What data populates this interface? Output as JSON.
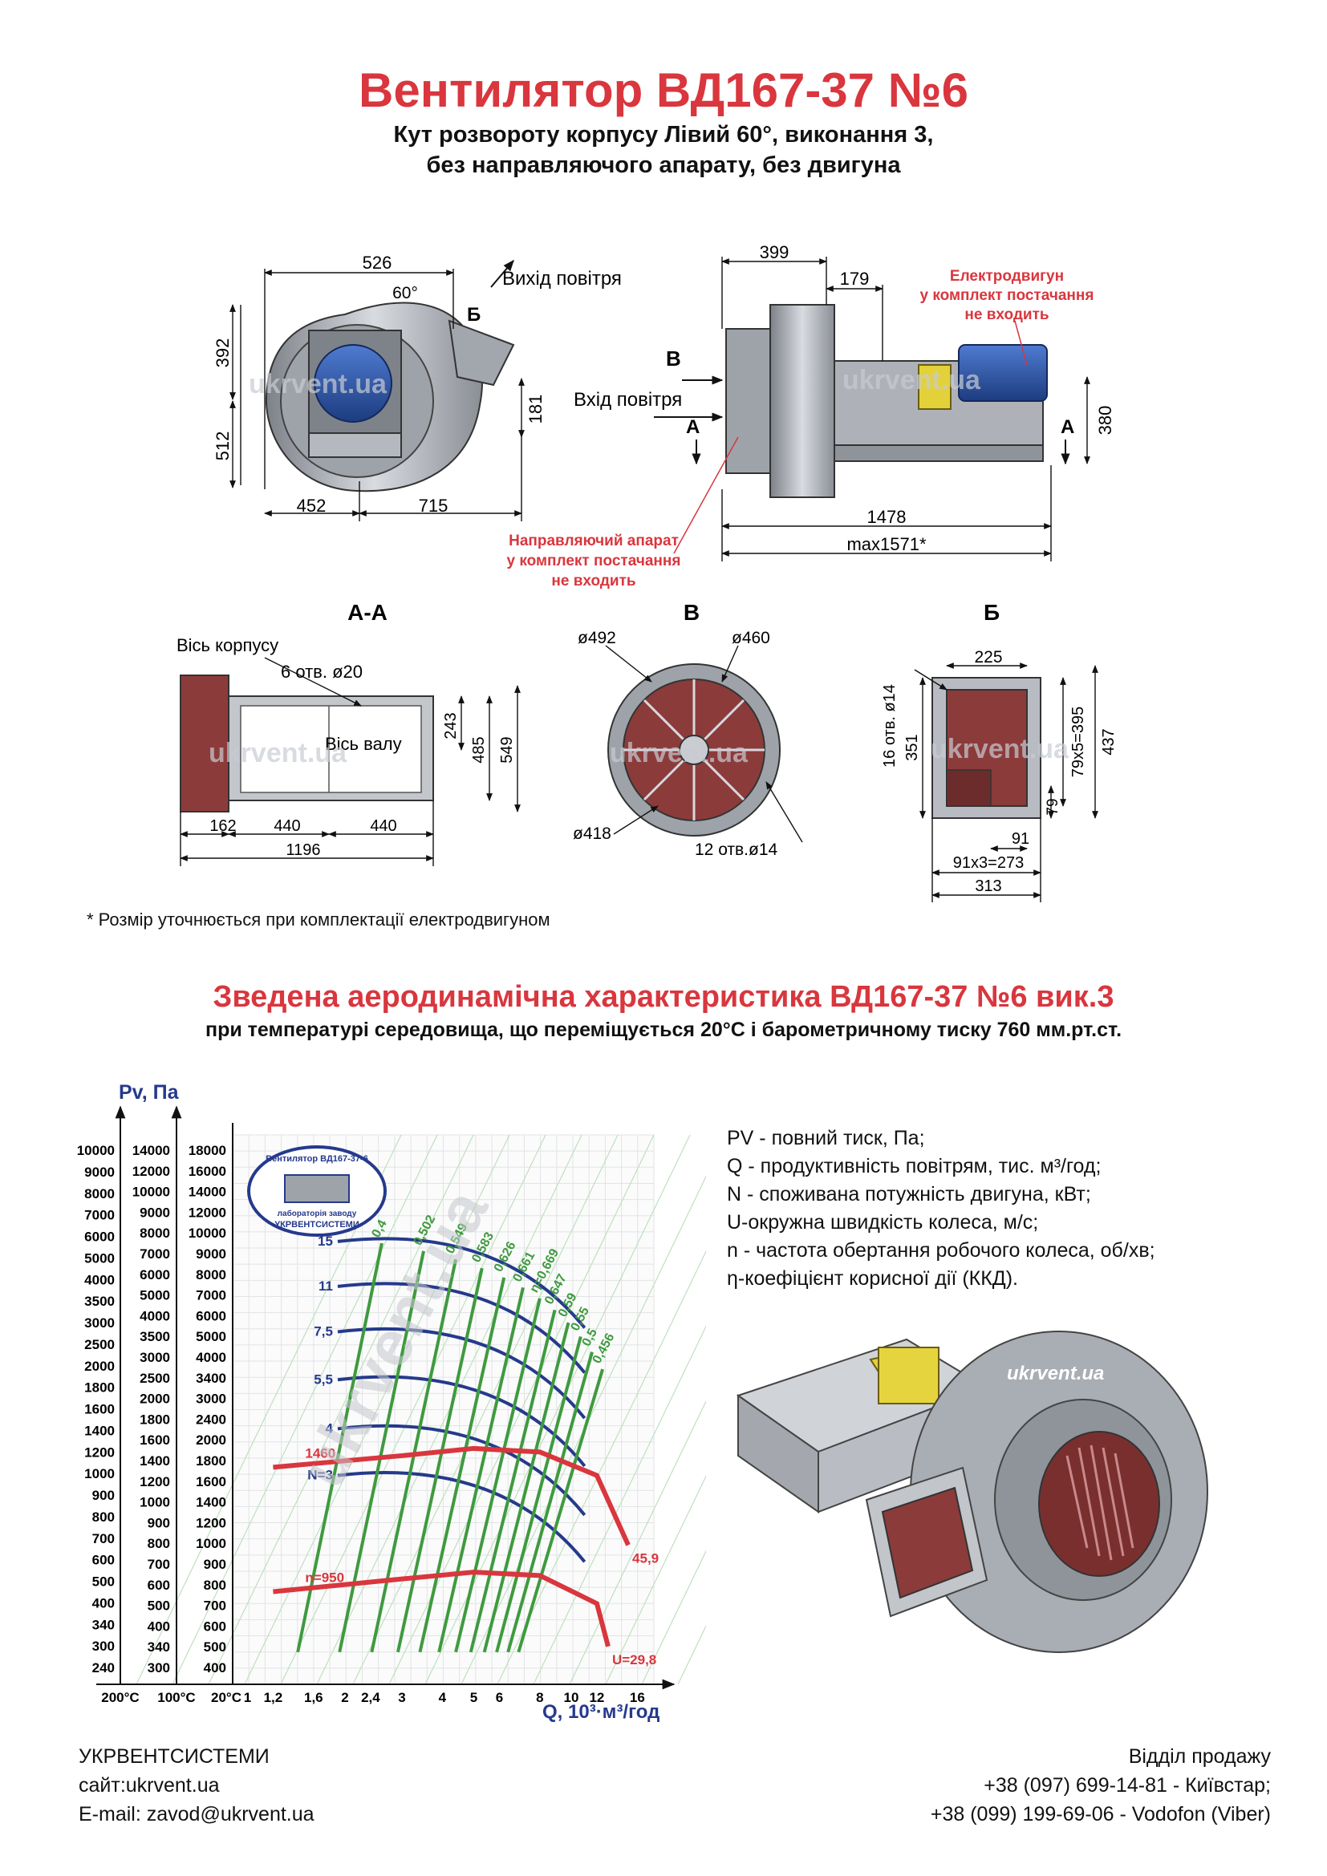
{
  "header": {
    "title": "Вентилятор  ВД167-37 №6",
    "subtitle_line1": "Кут розвороту корпусу Лівий 60°, виконання 3,",
    "subtitle_line2": "без направляючого апарату, без двигуна"
  },
  "drawing_side": {
    "dims": [
      "526",
      "60°",
      "392",
      "512",
      "181",
      "452",
      "715"
    ],
    "outlet_label": "Вихід повітря",
    "section_mark": "Б"
  },
  "drawing_front": {
    "dims": [
      "399",
      "179",
      "1478",
      "max1571*",
      "380"
    ],
    "motor_note": [
      "Електродвигун",
      "у комплект постачання",
      "не входить"
    ],
    "inlet_label": "Вхід повітря",
    "marks": [
      "В",
      "А",
      "А"
    ],
    "guide_note": [
      "Направляючий апарат",
      "у комплект постачання",
      "не входить"
    ]
  },
  "section_aa": {
    "title": "А-А",
    "labels": [
      "Вісь корпусу",
      "6 отв. ø20",
      "Вісь валу"
    ],
    "dims": [
      "243",
      "485",
      "549",
      "162",
      "440",
      "440",
      "1196"
    ]
  },
  "section_v": {
    "title": "В",
    "dims": [
      "ø492",
      "ø460",
      "ø418",
      "12 отв.ø14"
    ]
  },
  "section_b": {
    "title": "Б",
    "dims": [
      "225",
      "16 отв. ø14",
      "351",
      "79x5=395",
      "437",
      "79",
      "91",
      "91x3=273",
      "313"
    ]
  },
  "footnote": "* Розмір уточнюється при комплектації електродвигуном",
  "chart_header": {
    "title": "Зведена аеродинамічна характеристика ВД167-37 №6 вик.3",
    "subtitle": "при температурі середовища, що переміщується 20°С і барометричному тиску 760 мм.рт.ст."
  },
  "chart_data": {
    "type": "line",
    "ylabel": "Pv, Па",
    "xlabel": "Q, 10³·м³/год",
    "x_ticks": [
      "200°C",
      "100°C",
      "20°C",
      "1",
      "1,2",
      "1,6",
      "2",
      "2,4",
      "3",
      "4",
      "5",
      "6",
      "8",
      "10",
      "12",
      "16"
    ],
    "y_ticks_200C": [
      "10000",
      "9000",
      "8000",
      "7000",
      "6000",
      "5000",
      "4000",
      "3500",
      "3000",
      "2500",
      "2000",
      "1800",
      "1600",
      "1400",
      "1200",
      "1000",
      "900",
      "800",
      "700",
      "600",
      "500",
      "400",
      "340",
      "300",
      "240"
    ],
    "y_ticks_100C": [
      "14000",
      "12000",
      "10000",
      "9000",
      "8000",
      "7000",
      "6000",
      "5000",
      "4000",
      "3500",
      "3000",
      "2500",
      "2000",
      "1800",
      "1600",
      "1400",
      "1200",
      "1000",
      "900",
      "800",
      "700",
      "600",
      "500",
      "400",
      "340",
      "300"
    ],
    "y_ticks_20C": [
      "18000",
      "16000",
      "14000",
      "12000",
      "10000",
      "9000",
      "8000",
      "7000",
      "6000",
      "5000",
      "4000",
      "3400",
      "3000",
      "2400",
      "2000",
      "1800",
      "1600",
      "1400",
      "1200",
      "1000",
      "900",
      "800",
      "700",
      "600",
      "500",
      "400"
    ],
    "power_labels": [
      "N=3",
      "4",
      "5,5",
      "7,5",
      "11",
      "15"
    ],
    "efficiency_labels": [
      "0,4",
      "0,502",
      "0,549",
      "0,583",
      "0,626",
      "0,661",
      "η=0,669",
      "0,647",
      "0,59",
      "0,55",
      "0,5",
      "0,456"
    ],
    "speed_labels": [
      "1460",
      "n=950"
    ],
    "tip_speed_labels": [
      "45,9",
      "U=29,8"
    ],
    "series": [
      {
        "name": "1460",
        "Q": [
          1.2,
          3,
          5,
          8,
          12,
          15
        ],
        "Pv": [
          1800,
          1950,
          2050,
          2000,
          1700,
          1050
        ]
      },
      {
        "name": "n=950",
        "Q": [
          1.2,
          3,
          5,
          8,
          12,
          13
        ],
        "Pv": [
          760,
          830,
          870,
          850,
          700,
          520
        ]
      }
    ],
    "logo_text": [
      "Вентилятор ВД167-37-6",
      "лабораторія заводу",
      "УКРВЕНТСИСТЕМИ"
    ],
    "grid": true,
    "log_scale": true
  },
  "legend": [
    "PV - повний тиск, Па;",
    "Q - продуктивність повітрям, тис. м³/год;",
    "N - споживана потужність двигуна, кВт;",
    "U-окружна швидкість колеса, м/с;",
    "n - частота обертання робочого колеса, об/хв;",
    "η-коефіцієнт корисної дії (ККД)."
  ],
  "render_logo": "ukrvent.ua",
  "watermark": "ukrvent.ua",
  "footer": {
    "company": "УКРВЕНТСИСТЕМИ",
    "site": "сайт:ukrvent.ua",
    "email": "E-mail: zavod@ukrvent.ua",
    "sales_title": "Відділ продажу",
    "phone1": "+38 (097) 699-14-81 - Київстар;",
    "phone2": "+38 (099) 199-69-06 - Vodofon (Viber)"
  },
  "colors": {
    "accent_red": "#d9363e",
    "machine_grey": "#a8acb3",
    "motor_blue": "#2b56a8",
    "body_brown": "#8c3b3b",
    "curve_blue": "#253a8c",
    "efficiency_green": "#3f9a3f"
  }
}
